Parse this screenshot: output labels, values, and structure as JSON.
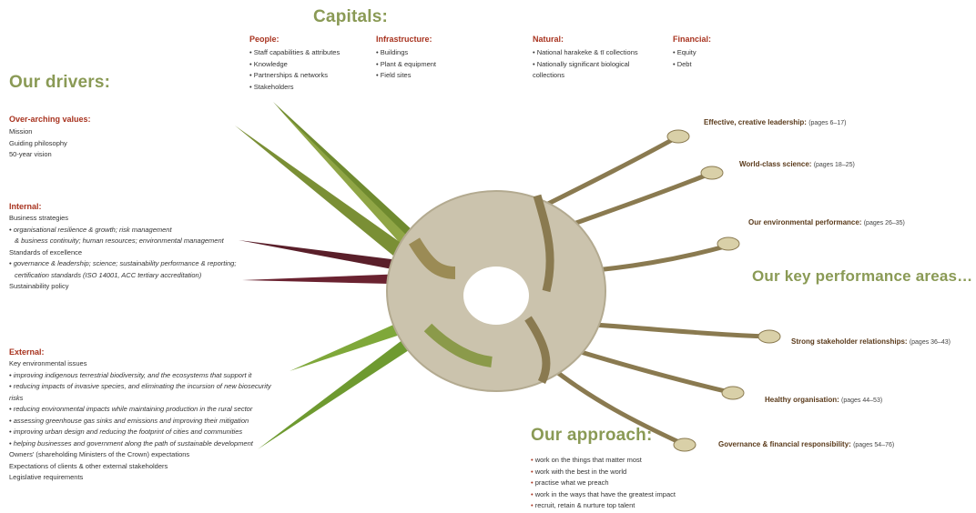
{
  "capitals": {
    "title": "Capitals:",
    "columns": [
      {
        "heading": "People:",
        "items": [
          "Staff capabilities & attributes",
          "Knowledge",
          "Partnerships & networks",
          "Stakeholders"
        ]
      },
      {
        "heading": "Infrastructure:",
        "items": [
          "Buildings",
          "Plant & equipment",
          "Field sites"
        ]
      },
      {
        "heading": "Natural:",
        "items": [
          "National harakeke & tī collections",
          "Nationally significant biological collections"
        ]
      },
      {
        "heading": "Financial:",
        "items": [
          "Equity",
          "Debt"
        ]
      }
    ]
  },
  "drivers": {
    "title": "Our drivers:",
    "overarching": {
      "heading": "Over-arching values:",
      "items": [
        "Mission",
        "Guiding philosophy",
        "50-year vision"
      ]
    },
    "internal": {
      "heading": "Internal:",
      "line1": "Business strategies",
      "sub1": "• organisational resilience & growth; risk management",
      "sub1b": "& business continuity; human resources; environmental management",
      "line2": "Standards of excellence",
      "sub2": "• governance & leadership; science; sustainability performance & reporting;",
      "sub2b": "certification standards (ISO 14001, ACC tertiary accreditation)",
      "line3": "Sustainability policy"
    },
    "external": {
      "heading": "External:",
      "intro": "Key environmental issues",
      "items": [
        "improving indigenous terrestrial biodiversity, and the ecosystems that support it",
        "reducing impacts of invasive species, and eliminating the incursion of new biosecurity risks",
        "reducing environmental impacts while maintaining production in the rural sector",
        "assessing greenhouse gas sinks and emissions and improving their mitigation",
        "improving urban design and reducing the footprint of cities and communities",
        "helping businesses and government along the path of sustainable development"
      ],
      "outro": [
        "Owners' (shareholding Ministers of the Crown) expectations",
        "Expectations of clients & other external stakeholders",
        "Legislative requirements"
      ]
    }
  },
  "kpa": {
    "title": "Our key performance areas…",
    "items": [
      {
        "label": "Effective, creative leadership:",
        "pages": "(pages 6–17)"
      },
      {
        "label": "World-class science:",
        "pages": "(pages 18–25)"
      },
      {
        "label": "Our environmental performance:",
        "pages": "(pages 26–35)"
      },
      {
        "label": "Strong stakeholder relationships:",
        "pages": "(pages 36–43)"
      },
      {
        "label": "Healthy organisation:",
        "pages": "(pages 44–53)"
      },
      {
        "label": "Governance & financial responsibility:",
        "pages": "(pages 54–76)"
      }
    ]
  },
  "approach": {
    "title": "Our approach:",
    "items": [
      "work on the things that matter most",
      "work with the best in the world",
      "practise what we preach",
      "work in the ways that have the greatest impact",
      "recruit, retain & nurture top talent"
    ]
  },
  "colors": {
    "olive": "#8a9a55",
    "red": "#a8331f",
    "stone": "#cbc3ad",
    "rope": "#8a7a50"
  }
}
